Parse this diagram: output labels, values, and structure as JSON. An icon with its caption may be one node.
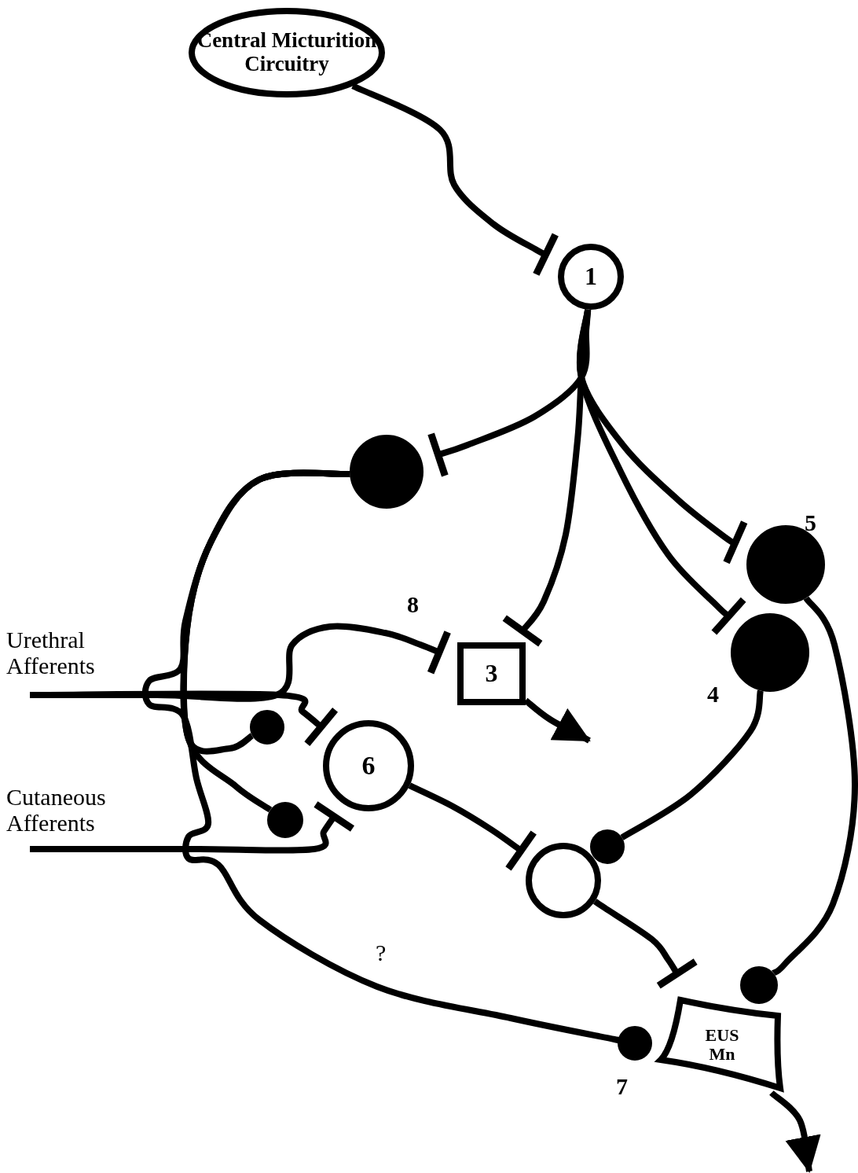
{
  "diagram": {
    "nodes": [
      {
        "text": [
          "Central Micturition Circuitry"
        ]
      },
      {
        "text": [
          "1"
        ]
      },
      {
        "text": [],
        "shape": "circle"
      },
      {
        "text": [
          "3"
        ]
      },
      {
        "text": [],
        "shape": "circle",
        "beside": [
          "5"
        ]
      },
      {
        "text": [],
        "shape": "circle",
        "beside": [
          "4"
        ]
      },
      {
        "text": [
          "6"
        ]
      },
      {
        "text": [],
        "shape": "circle"
      },
      {
        "text": [],
        "shape": "circle"
      },
      {
        "text": [],
        "shape": "circle"
      },
      {
        "text": [],
        "shape": "circle"
      },
      {
        "text": [],
        "shape": "circle"
      },
      {
        "text": [],
        "shape": "circle",
        "beside": [
          "7"
        ]
      },
      {
        "text": [
          "EUS Mn"
        ]
      },
      {
        "text": [
          "Urethral Afferents"
        ]
      },
      {
        "text": [
          "Cutaneous Afferents"
        ]
      }
    ],
    "edges": [
      {
        "from": 0,
        "to": 1,
        "arrow": "other"
      },
      {
        "from": 1,
        "to": 2,
        "arrow": "other"
      },
      {
        "from": 1,
        "to": 3,
        "arrow": "other"
      },
      {
        "from": 1,
        "to": 4,
        "arrow": "other"
      },
      {
        "from": 1,
        "to": 5,
        "arrow": "other"
      },
      {
        "from": 2,
        "to": 7,
        "arrow": "none"
      },
      {
        "from": 2,
        "to": 8,
        "arrow": "none"
      },
      {
        "from": 2,
        "to": 12,
        "arrow": "none"
      },
      {
        "from": 14,
        "to": 3,
        "arrow": "other"
      },
      {
        "from": 14,
        "to": 6,
        "arrow": "other"
      },
      {
        "from": 15,
        "to": 6,
        "arrow": "other"
      },
      {
        "from": 6,
        "to": 9,
        "arrow": "other"
      },
      {
        "from": 5,
        "to": 10,
        "arrow": "none"
      },
      {
        "from": 9,
        "to": 13,
        "arrow": "other"
      },
      {
        "from": 4,
        "to": 11,
        "arrow": "none"
      },
      {
        "from": 3,
        "to": null,
        "arrow": "to"
      },
      {
        "from": 13,
        "to": null,
        "arrow": "to"
      }
    ],
    "labels": [
      "8",
      "?"
    ]
  }
}
